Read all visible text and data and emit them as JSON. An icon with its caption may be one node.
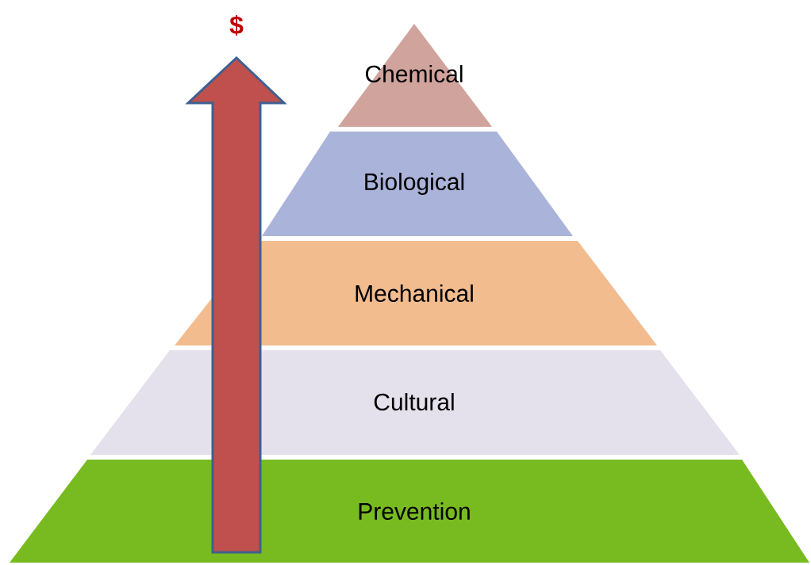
{
  "diagram": {
    "nodes": [
      {
        "text": [
          "Chemical"
        ]
      },
      {
        "text": [
          "Biological"
        ]
      },
      {
        "text": [
          "Mechanical"
        ]
      },
      {
        "text": [
          "Cultural"
        ]
      },
      {
        "text": [
          "Prevention"
        ]
      }
    ],
    "labels": [
      "$"
    ]
  }
}
